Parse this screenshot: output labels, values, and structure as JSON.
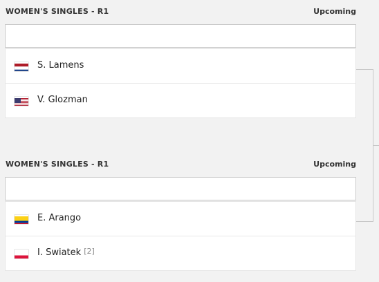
{
  "matches": [
    {
      "round": "WOMEN'S SINGLES - R1",
      "status": "Upcoming",
      "players": [
        {
          "name": "S. Lamens",
          "seed": "",
          "flag": "netherlands-flag"
        },
        {
          "name": "V. Glozman",
          "seed": "",
          "flag": "usa-flag"
        }
      ]
    },
    {
      "round": "WOMEN'S SINGLES - R1",
      "status": "Upcoming",
      "players": [
        {
          "name": "E. Arango",
          "seed": "",
          "flag": "colombia-flag"
        },
        {
          "name": "I. Swiatek",
          "seed": "[2]",
          "flag": "poland-flag"
        }
      ]
    }
  ],
  "colors": {
    "background": "#f2f2f2",
    "card": "#ffffff",
    "bracket_line": "#c7c7c7"
  }
}
